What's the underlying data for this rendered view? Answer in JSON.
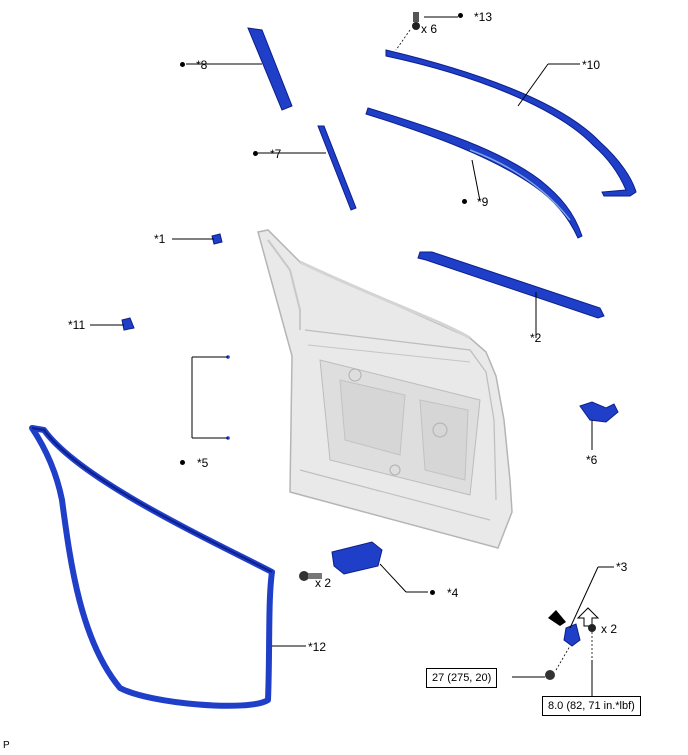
{
  "colors": {
    "part_blue": "#1f3fc9",
    "part_dark": "#0d1f8a",
    "door_fill": "#e9e9e9",
    "door_line": "#b5b5b5"
  },
  "labels": {
    "p1": "*1",
    "p2": "*2",
    "p3": "*3",
    "p4": "*4",
    "p5": "*5",
    "p6": "*6",
    "p7": "*7",
    "p8": "*8",
    "p9": "*9",
    "p10": "*10",
    "p11": "*11",
    "p12": "*12",
    "p13": "*13"
  },
  "quantities": {
    "q13": "x 6",
    "q4": "x 2",
    "q3": "x 2"
  },
  "torques": {
    "t1": "27 (275, 20)",
    "t2": "8.0 (82, 71 in.*lbf)"
  },
  "corner_mark": "P"
}
